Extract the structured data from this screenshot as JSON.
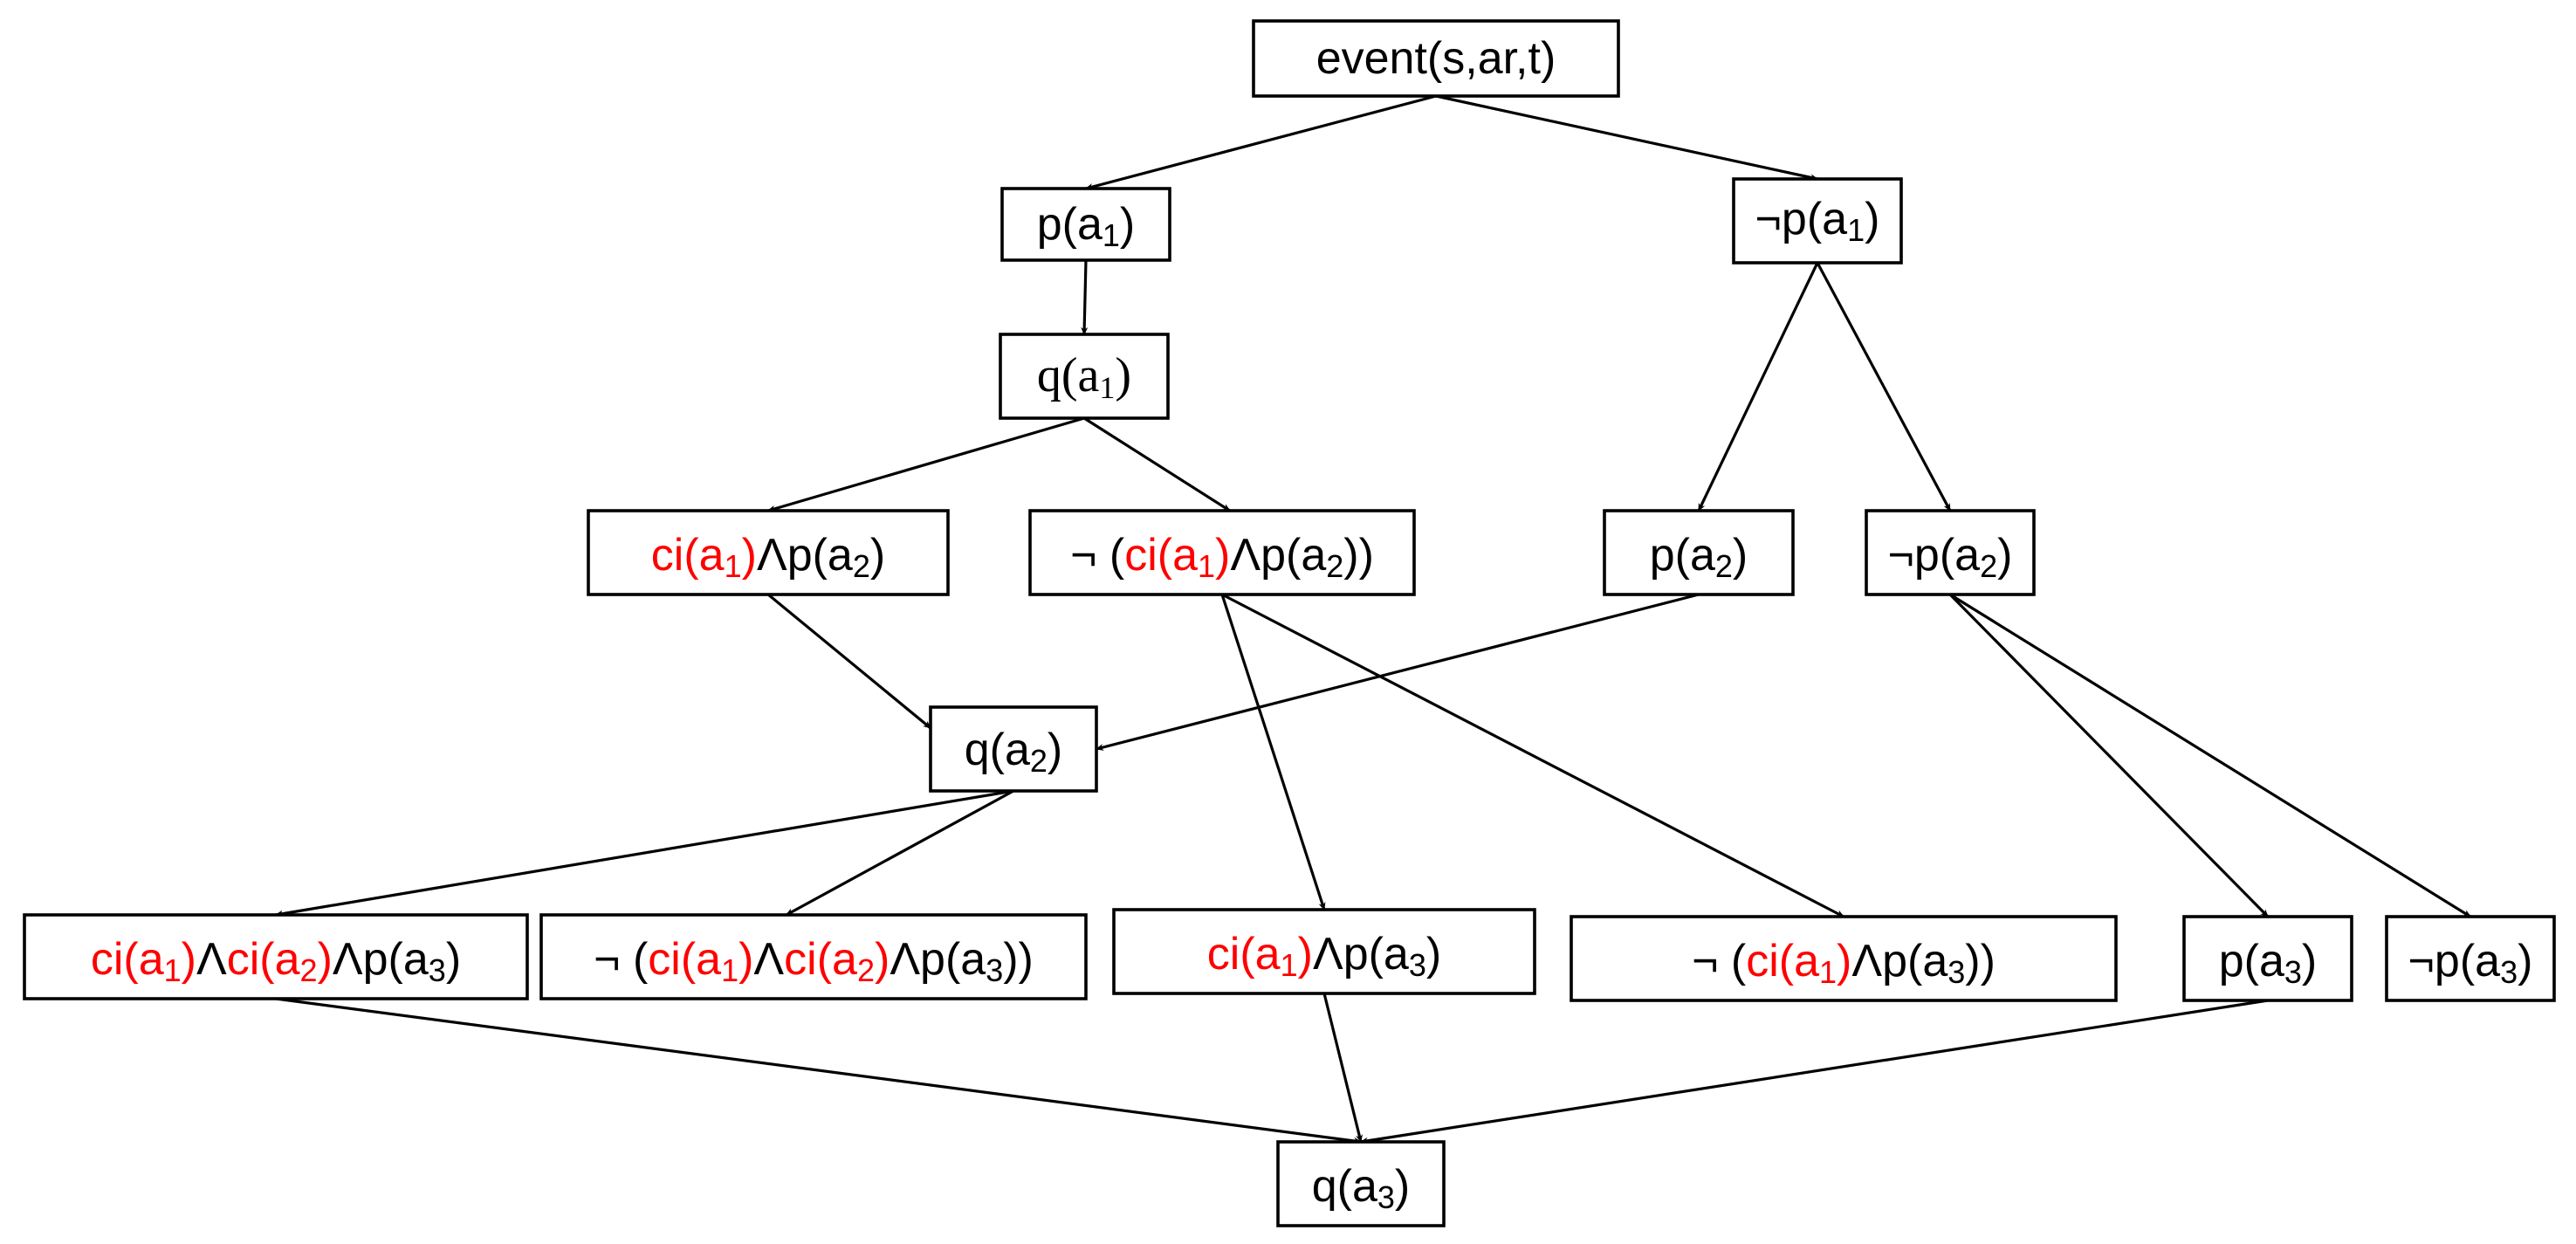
{
  "colors": {
    "highlight": "#ff0000",
    "ink": "#000000",
    "background": "#ffffff"
  },
  "nodes": [
    {
      "id": "event",
      "label": "event(s,ar,t)"
    },
    {
      "id": "p_a1",
      "label": "p(a1)"
    },
    {
      "id": "not_p_a1",
      "label": "¬p(a1)"
    },
    {
      "id": "q_a1",
      "label": "q(a1)"
    },
    {
      "id": "ci_a1_and_p_a2",
      "label": "ci(a1)Λp(a2)"
    },
    {
      "id": "not_ci_a1_and_p_a2",
      "label": "¬ (ci(a1)Λp(a2))"
    },
    {
      "id": "p_a2",
      "label": "p(a2)"
    },
    {
      "id": "not_p_a2",
      "label": "¬p(a2)"
    },
    {
      "id": "q_a2",
      "label": "q(a2)"
    },
    {
      "id": "ci_a1_ci_a2_p_a3",
      "label": "ci(a1)Λci(a2)Λp(a3)"
    },
    {
      "id": "not_ci_a1_ci_a2_p_a3",
      "label": "¬ (ci(a1)Λci(a2)Λp(a3))"
    },
    {
      "id": "ci_a1_p_a3",
      "label": "ci(a1)Λp(a3)"
    },
    {
      "id": "not_ci_a1_p_a3",
      "label": "¬ (ci(a1)Λp(a3))"
    },
    {
      "id": "p_a3",
      "label": "p(a3)"
    },
    {
      "id": "not_p_a3",
      "label": "¬p(a3)"
    },
    {
      "id": "q_a3",
      "label": "q(a3)"
    }
  ],
  "edges": [
    {
      "from": "event",
      "to": "p_a1"
    },
    {
      "from": "event",
      "to": "not_p_a1"
    },
    {
      "from": "p_a1",
      "to": "q_a1"
    },
    {
      "from": "q_a1",
      "to": "ci_a1_and_p_a2"
    },
    {
      "from": "q_a1",
      "to": "not_ci_a1_and_p_a2"
    },
    {
      "from": "not_p_a1",
      "to": "p_a2"
    },
    {
      "from": "not_p_a1",
      "to": "not_p_a2"
    },
    {
      "from": "ci_a1_and_p_a2",
      "to": "q_a2"
    },
    {
      "from": "p_a2",
      "to": "q_a2"
    },
    {
      "from": "q_a2",
      "to": "ci_a1_ci_a2_p_a3"
    },
    {
      "from": "q_a2",
      "to": "not_ci_a1_ci_a2_p_a3"
    },
    {
      "from": "not_ci_a1_and_p_a2",
      "to": "ci_a1_p_a3"
    },
    {
      "from": "not_ci_a1_and_p_a2",
      "to": "not_ci_a1_p_a3"
    },
    {
      "from": "not_p_a2",
      "to": "p_a3"
    },
    {
      "from": "not_p_a2",
      "to": "not_p_a3"
    },
    {
      "from": "ci_a1_ci_a2_p_a3",
      "to": "q_a3"
    },
    {
      "from": "ci_a1_p_a3",
      "to": "q_a3"
    },
    {
      "from": "p_a3",
      "to": "q_a3"
    }
  ]
}
